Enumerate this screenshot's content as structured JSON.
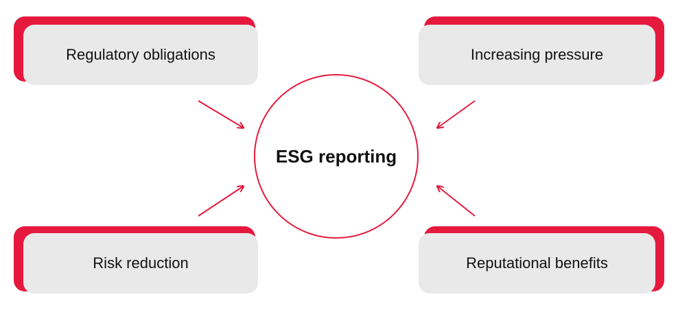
{
  "colors": {
    "accent": "#e5193d",
    "card_background": "#e9e9e9",
    "text": "#111111"
  },
  "center": {
    "label": "ESG reporting"
  },
  "drivers": {
    "top_left": "Regulatory obligations",
    "top_right": "Increasing pressure",
    "bottom_left": "Risk reduction",
    "bottom_right": "Reputational benefits"
  }
}
